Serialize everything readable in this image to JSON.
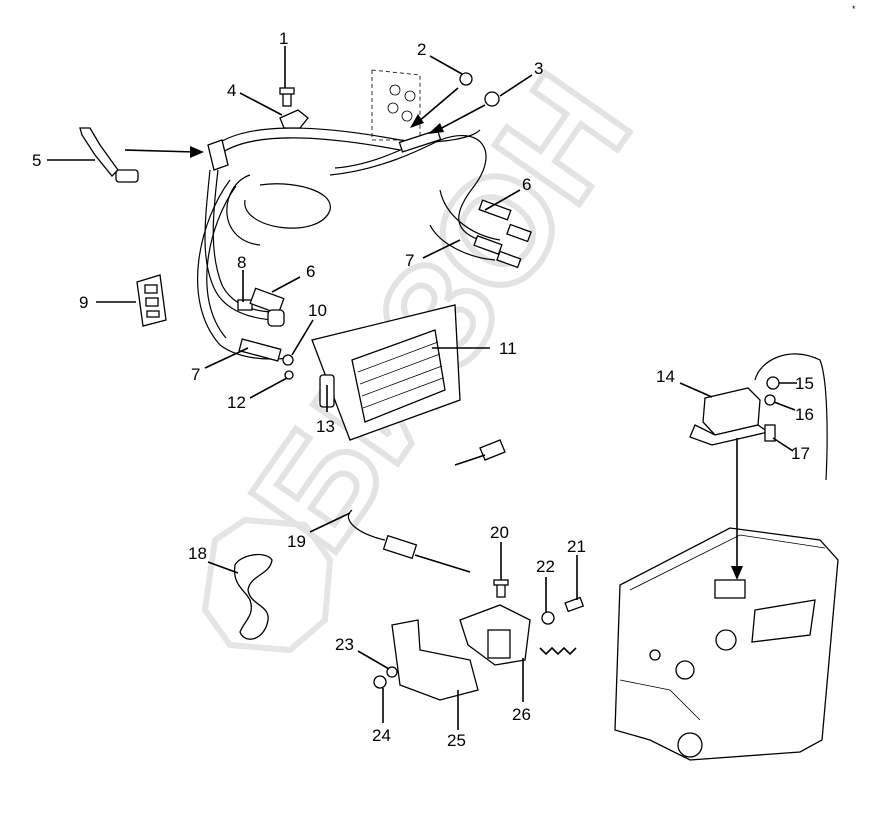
{
  "callouts": [
    "1",
    "2",
    "3",
    "4",
    "5",
    "6",
    "6",
    "7",
    "7",
    "8",
    "9",
    "10",
    "11",
    "12",
    "13",
    "14",
    "15",
    "16",
    "17",
    "18",
    "19",
    "20",
    "21",
    "22",
    "23",
    "24",
    "25",
    "26"
  ],
  "watermark": {
    "text": "БИЗОН",
    "color": "#e0e0e0"
  },
  "corner_mark": "*"
}
